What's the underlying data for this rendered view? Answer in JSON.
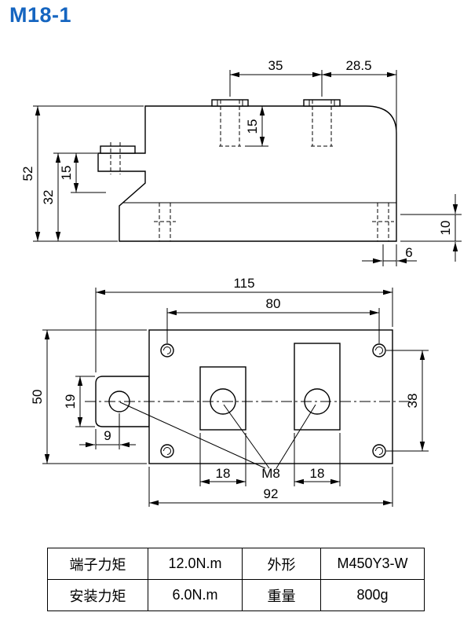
{
  "title": "M18-1",
  "colors": {
    "title_blue": "#1565C0",
    "line": "#000000"
  },
  "side_view": {
    "dim_terminal_pitch": "35",
    "dim_terminal_to_edge": "28.5",
    "dim_thread_depth": "15",
    "dim_overall_height": "52",
    "dim_body_height": "32",
    "dim_tab_offset": "15",
    "dim_base_step": "10",
    "dim_hole_to_edge": "6"
  },
  "top_view": {
    "dim_overall_length": "115",
    "dim_mount_hole_pitch": "80",
    "dim_overall_width": "50",
    "dim_tab_width": "19",
    "dim_tab_hole_offset": "9",
    "dim_mount_hole_span": "38",
    "dim_left_pad_width": "18",
    "dim_right_pad_width": "18",
    "thread_label": "M8",
    "dim_mount_length": "92"
  },
  "spec_table": {
    "rows": [
      {
        "c1": "端子力矩",
        "c2": "12.0N.m",
        "c3": "外形",
        "c4": "M450Y3-W"
      },
      {
        "c1": "安装力矩",
        "c2": "6.0N.m",
        "c3": "重量",
        "c4": "800g"
      }
    ]
  }
}
